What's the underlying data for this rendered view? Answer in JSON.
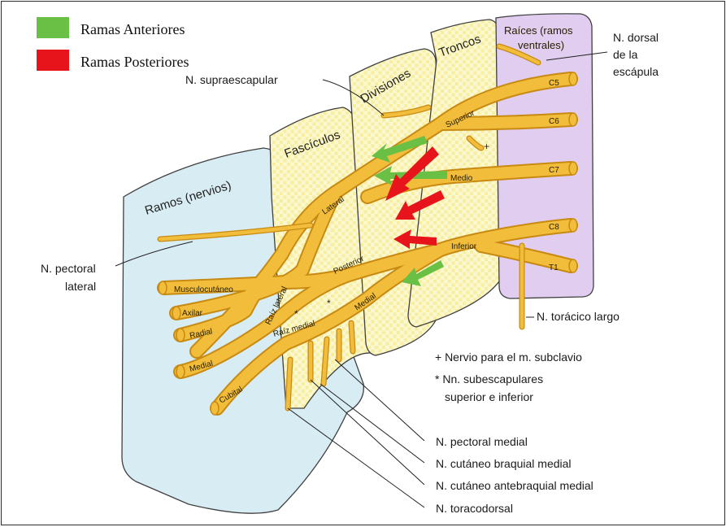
{
  "legend": {
    "anterior_label": "Ramas Anteriores",
    "anterior_color": "#6abf45",
    "posterior_label": "Ramas Posteriores",
    "posterior_color": "#e8141c"
  },
  "colors": {
    "nerve": "#f2bd3a",
    "nerve_edge": "#c88a12",
    "ramos_panel": "#d8ecf3",
    "raices_panel": "#e1cdef",
    "grid_panel": "#fbf6c6"
  },
  "sections": {
    "ramos": "Ramos (nervios)",
    "fasciculos": "Fascículos",
    "divisiones": "Divisiones",
    "troncos": "Troncos",
    "raices_1": "Raíces (ramos",
    "raices_2": "ventrales)"
  },
  "roots": [
    "C5",
    "C6",
    "C7",
    "C8",
    "T1"
  ],
  "trunks": [
    "Superior",
    "Medio",
    "Inferior"
  ],
  "cords": [
    "Lateral",
    "Posterior",
    "Medial"
  ],
  "branches": [
    "Musculocutáneo",
    "Axilar",
    "Radial",
    "Medial",
    "Cubital"
  ],
  "roots_of_median": [
    "Raíz lateral",
    "Raíz medial"
  ],
  "labels": {
    "suprascapular": "N. supraescapular",
    "dorsal_scapular_1": "N. dorsal",
    "dorsal_scapular_2": "de la",
    "dorsal_scapular_3": "escápula",
    "pectoral_lateral_1": "N. pectoral",
    "pectoral_lateral_2": "lateral",
    "long_thoracic": "N. torácico largo",
    "note_plus": "+ Nervio para el m. subclavio",
    "note_star_1": "* Nn. subescapulares",
    "note_star_2": "superior e inferior",
    "pectoral_medial": "N. pectoral medial",
    "cut_braquial": "N. cutáneo braquial medial",
    "cut_antebraquial": "N. cutáneo antebraquial medial",
    "toracodorsal": "N. toracodorsal"
  },
  "symbols": {
    "plus": "+",
    "star": "*"
  }
}
